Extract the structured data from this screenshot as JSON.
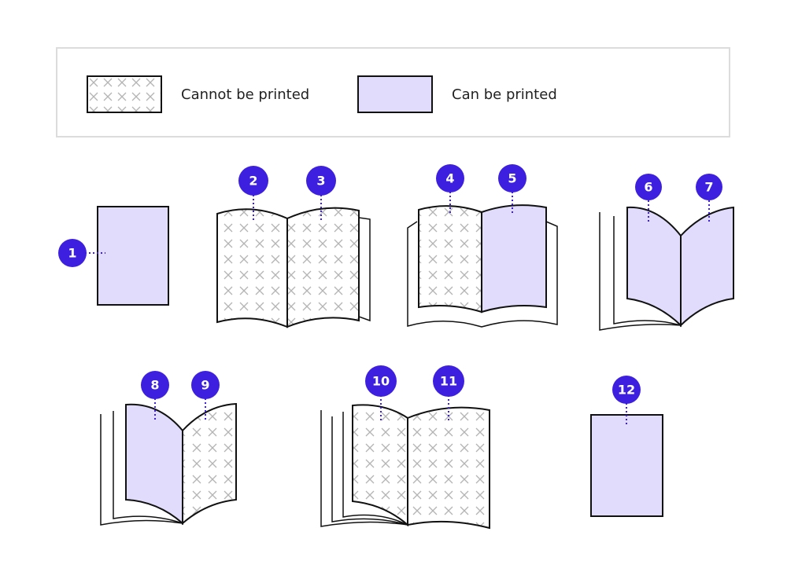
{
  "colors": {
    "accent": "#3d1fe0",
    "printable_fill": "#e1dcfb",
    "page_stroke": "#111111",
    "pattern_stroke": "#b4b4b4"
  },
  "legend": {
    "cannot_print": {
      "label": "Cannot be printed"
    },
    "can_print": {
      "label": "Can be printed"
    }
  },
  "badges": [
    "1",
    "2",
    "3",
    "4",
    "5",
    "6",
    "7",
    "8",
    "9",
    "10",
    "11",
    "12"
  ]
}
